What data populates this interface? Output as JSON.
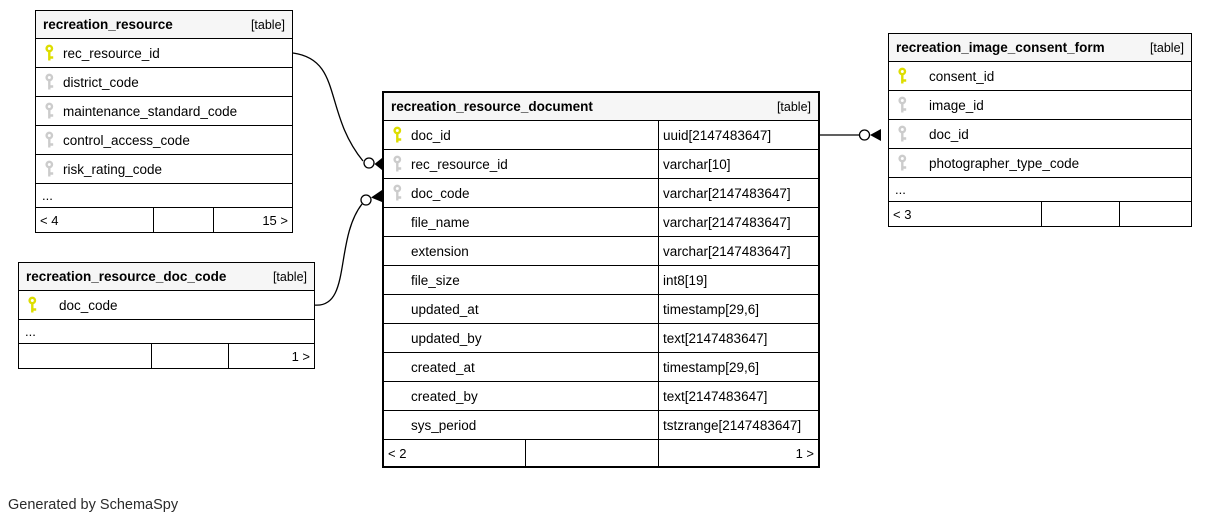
{
  "diagram": {
    "footer_note": "Generated by SchemaSpy"
  },
  "colors": {
    "primary_key": "#dddd00",
    "foreign_key": "#cccccc",
    "border": "#000000",
    "header_bg": "#f6f6f6"
  },
  "tables": [
    {
      "name": "recreation_resource",
      "tag": "[table]",
      "show_types": false,
      "columns": [
        {
          "name": "rec_resource_id",
          "key": "pk",
          "type": ""
        },
        {
          "name": "district_code",
          "key": "fk",
          "type": ""
        },
        {
          "name": "maintenance_standard_code",
          "key": "fk",
          "type": ""
        },
        {
          "name": "control_access_code",
          "key": "fk",
          "type": ""
        },
        {
          "name": "risk_rating_code",
          "key": "fk",
          "type": ""
        }
      ],
      "ellipsis": "...",
      "footer": [
        "< 4",
        "",
        "15 >"
      ]
    },
    {
      "name": "recreation_resource_doc_code",
      "tag": "[table]",
      "show_types": false,
      "columns": [
        {
          "name": "doc_code",
          "key": "pk",
          "type": ""
        }
      ],
      "ellipsis": "...",
      "footer": [
        "",
        "",
        "1 >"
      ]
    },
    {
      "name": "recreation_resource_document",
      "tag": "[table]",
      "show_types": true,
      "emphasized": true,
      "columns": [
        {
          "name": "doc_id",
          "key": "pk",
          "type": "uuid[2147483647]"
        },
        {
          "name": "rec_resource_id",
          "key": "fk",
          "type": "varchar[10]"
        },
        {
          "name": "doc_code",
          "key": "fk",
          "type": "varchar[2147483647]"
        },
        {
          "name": "file_name",
          "key": "",
          "type": "varchar[2147483647]"
        },
        {
          "name": "extension",
          "key": "",
          "type": "varchar[2147483647]"
        },
        {
          "name": "file_size",
          "key": "",
          "type": "int8[19]"
        },
        {
          "name": "updated_at",
          "key": "",
          "type": "timestamp[29,6]"
        },
        {
          "name": "updated_by",
          "key": "",
          "type": "text[2147483647]"
        },
        {
          "name": "created_at",
          "key": "",
          "type": "timestamp[29,6]"
        },
        {
          "name": "created_by",
          "key": "",
          "type": "text[2147483647]"
        },
        {
          "name": "sys_period",
          "key": "",
          "type": "tstzrange[2147483647]"
        }
      ],
      "ellipsis": null,
      "footer": [
        "< 2",
        "",
        "1 >"
      ]
    },
    {
      "name": "recreation_image_consent_form",
      "tag": "[table]",
      "show_types": false,
      "columns": [
        {
          "name": "consent_id",
          "key": "pk",
          "type": ""
        },
        {
          "name": "image_id",
          "key": "fk",
          "type": ""
        },
        {
          "name": "doc_id",
          "key": "fk",
          "type": ""
        },
        {
          "name": "photographer_type_code",
          "key": "fk",
          "type": ""
        }
      ],
      "ellipsis": "...",
      "footer": [
        "< 3",
        "",
        ""
      ]
    }
  ],
  "relationships": [
    {
      "from": "recreation_resource.rec_resource_id",
      "to": "recreation_resource_document.rec_resource_id"
    },
    {
      "from": "recreation_resource_doc_code.doc_code",
      "to": "recreation_resource_document.doc_code"
    },
    {
      "from": "recreation_resource_document.doc_id",
      "to": "recreation_image_consent_form.doc_id"
    }
  ]
}
